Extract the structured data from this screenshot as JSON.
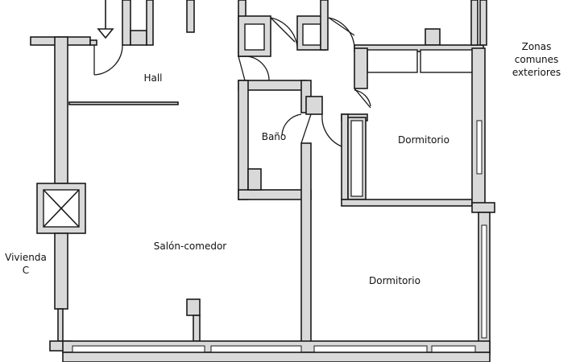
{
  "rooms": {
    "hall": "Hall",
    "bano": "Baño",
    "dormitorio_1": "Dormitorio",
    "dormitorio_2": "Dormitorio",
    "salon": "Salón-comedor"
  },
  "outside": {
    "zonas": "Zonas\ncomunes\nexteriores",
    "vivienda": "Vivienda\nC"
  },
  "colors": {
    "wall_fill": "#d9d9d9",
    "wall_stroke": "#1a1a1a",
    "background": "#ffffff"
  }
}
